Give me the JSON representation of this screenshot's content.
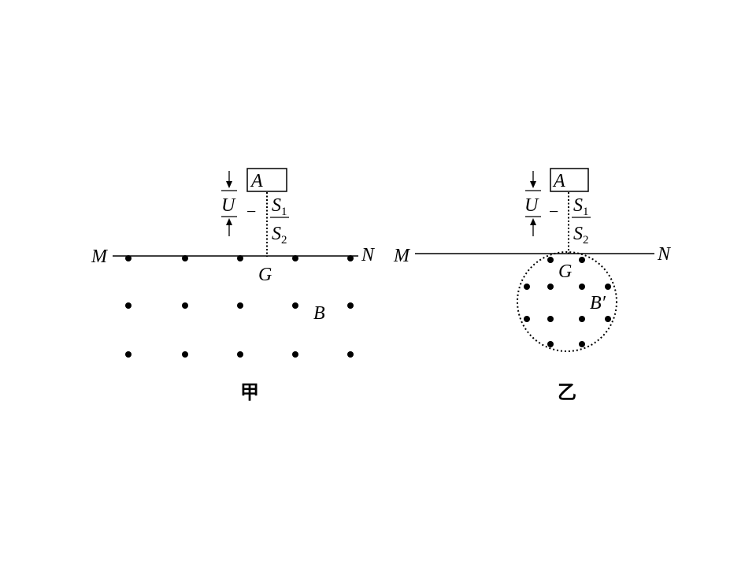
{
  "left": {
    "caption": "甲",
    "source_label": "A",
    "voltage_label": "U",
    "minus": "−",
    "s1": "S",
    "s1_sub": "1",
    "s2": "S",
    "s2_sub": "2",
    "line_left": "M",
    "line_right": "N",
    "entry_point": "G",
    "field_label": "B"
  },
  "right": {
    "caption": "乙",
    "source_label": "A",
    "voltage_label": "U",
    "minus": "−",
    "s1": "S",
    "s1_sub": "1",
    "s2": "S",
    "s2_sub": "2",
    "line_left": "M",
    "line_right": "N",
    "entry_point": "G",
    "field_label": "B′"
  }
}
